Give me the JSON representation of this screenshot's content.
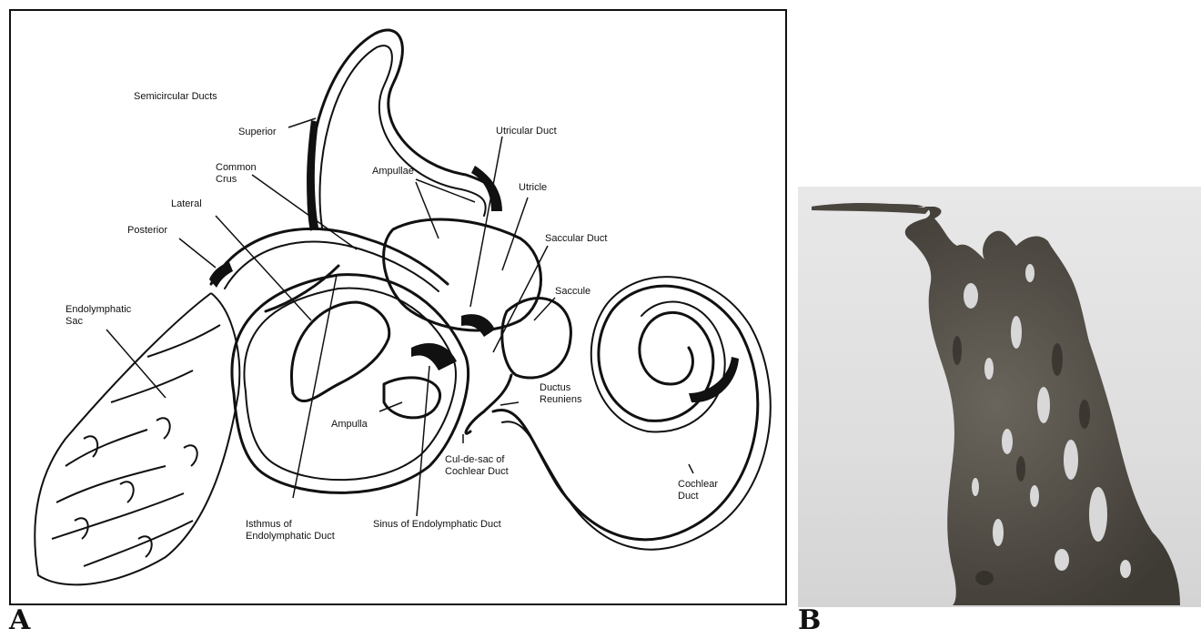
{
  "figure": {
    "panel_a_letter": "A",
    "panel_b_letter": "B"
  },
  "labels": {
    "semicircular_ducts": "Semicircular Ducts",
    "superior": "Superior",
    "common_crus": "Common\nCrus",
    "lateral": "Lateral",
    "posterior": "Posterior",
    "endolymphatic_sac": "Endolymphatic\nSac",
    "utricular_duct": "Utricular Duct",
    "ampullae": "Ampullae",
    "utricle": "Utricle",
    "saccular_duct": "Saccular Duct",
    "saccule": "Saccule",
    "ductus_reuniens": "Ductus\nReuniens",
    "ampulla": "Ampulla",
    "cul_de_sac": "Cul-de-sac of\nCochlear Duct",
    "isthmus": "Isthmus of\nEndolymphatic Duct",
    "sinus": "Sinus of Endolymphatic Duct",
    "cochlear_duct": "Cochlear\nDuct"
  },
  "colors": {
    "ink": "#111111",
    "paper": "#ffffff",
    "cast_dark": "#3e3a34",
    "cast_mid": "#6a655c",
    "photo_bg": "#e0e0e0"
  }
}
